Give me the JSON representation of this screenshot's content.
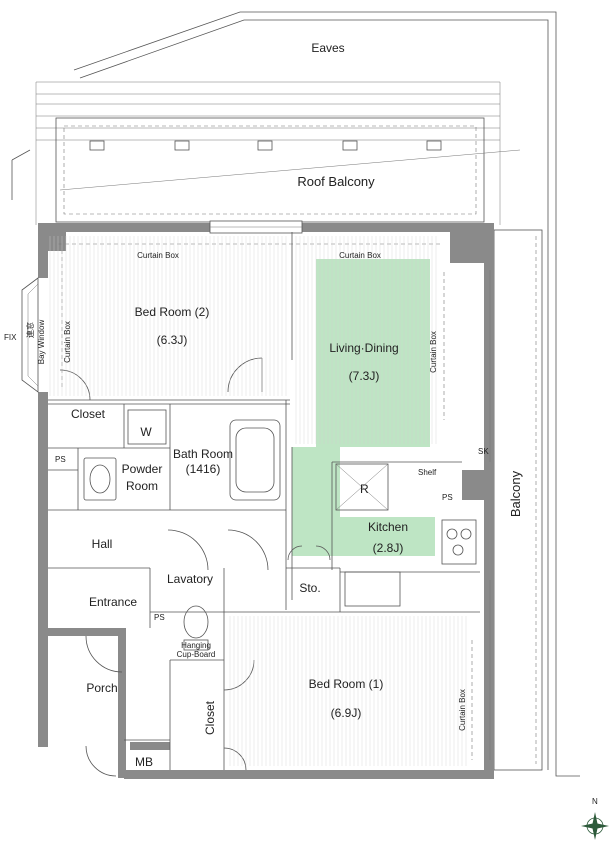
{
  "labels": {
    "eaves": "Eaves",
    "roof_balcony": "Roof Balcony",
    "curtain_box_top_left": "Curtain Box",
    "curtain_box_top_right": "Curtain Box",
    "curtain_box_left": "Curtain Box",
    "curtain_box_right_living": "Curtain Box",
    "curtain_box_right_bed": "Curtain Box",
    "fix": "FIX",
    "fix_jp": "連窓",
    "bay_window": "Bay Window",
    "bedroom2_name": "Bed Room (2)",
    "bedroom2_size": "(6.3J)",
    "living_name": "Living·Dining",
    "living_size": "(7.3J)",
    "closet_top": "Closet",
    "w": "W",
    "ps_left": "PS",
    "powder_room_1": "Powder",
    "powder_room_2": "Room",
    "bath_room_1": "Bath Room",
    "bath_room_2": "(1416)",
    "sk": "SK",
    "shelf": "Shelf",
    "r": "R",
    "ps_kitchen": "PS",
    "kitchen_name": "Kitchen",
    "kitchen_size": "(2.8J)",
    "balcony": "Balcony",
    "hall": "Hall",
    "lavatory": "Lavatory",
    "entrance": "Entrance",
    "sto": "Sto.",
    "ps_lav": "PS",
    "hanging_1": "Hanging",
    "hanging_2": "Cup-Board",
    "porch": "Porch",
    "bedroom1_name": "Bed Room (1)",
    "bedroom1_size": "(6.9J)",
    "closet_bottom": "Closet",
    "mb": "MB",
    "north": "N"
  },
  "colors": {
    "highlight": "#a8dcb0",
    "wall": "#8a8a8a",
    "line": "#555555"
  },
  "icons": [
    "compass-icon",
    "door-swing-icon",
    "bathtub-icon",
    "toilet-icon",
    "sink-icon",
    "stove-icon"
  ]
}
